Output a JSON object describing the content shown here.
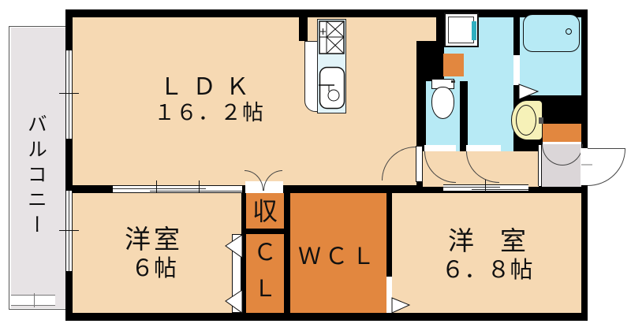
{
  "rooms": {
    "balcony": {
      "label": "バルコニー"
    },
    "ldk": {
      "label": "ＬＤＫ",
      "size": "１６．２帖"
    },
    "bedroom1": {
      "label": "洋室",
      "size": "６帖"
    },
    "storage": {
      "label": "収"
    },
    "closet": {
      "line1": "Ｃ",
      "line2": "Ｌ"
    },
    "walk_in_closet": {
      "label": "ＷＣＬ"
    },
    "bedroom2": {
      "label": "洋　室",
      "size": "６．８帖"
    }
  },
  "fixtures": [
    "kitchen-stove",
    "kitchen-sink",
    "kitchen-counter",
    "washing-machine",
    "storage-box",
    "toilet",
    "bathtub",
    "washbasin",
    "shoe-cabinet"
  ],
  "colors": {
    "wall": "#000000",
    "peach": "#F6D9B3",
    "orange": "#E2873F",
    "blue": "#B7EAF5",
    "teal": "#2FAFC0",
    "yellow": "#F6F1B8",
    "gray1": "#E7E3E5",
    "gray2": "#DBD6D8",
    "line": "#444444"
  }
}
